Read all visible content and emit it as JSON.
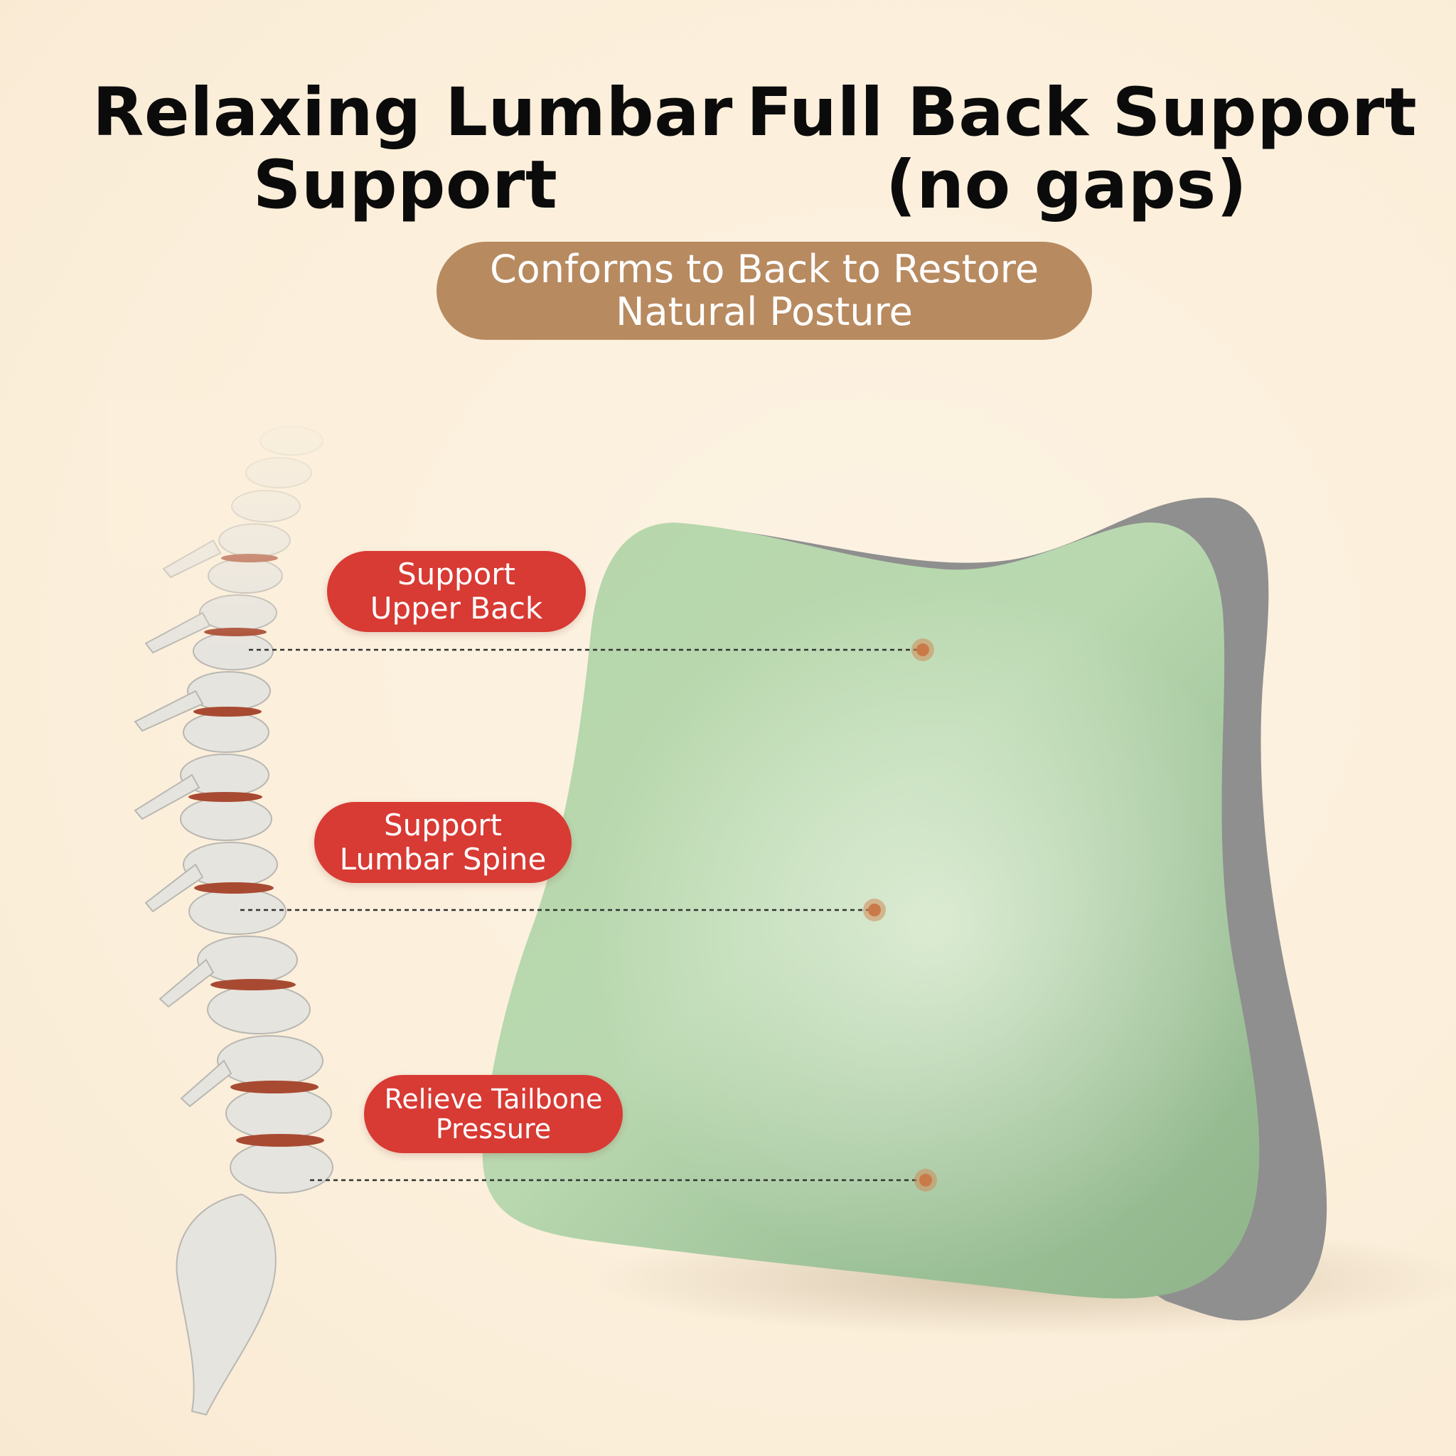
{
  "headline_left": {
    "line1": "Relaxing Lumbar",
    "line2": "Support"
  },
  "headline_right": {
    "line1": "Full Back Support",
    "line2": "(no gaps)"
  },
  "banner": {
    "line1": "Conforms to Back to Restore",
    "line2": "Natural Posture"
  },
  "callouts": [
    {
      "line1": "Support",
      "line2": "Upper Back"
    },
    {
      "line1": "Support",
      "line2": "Lumbar Spine"
    },
    {
      "line1": "Relieve Tailbone",
      "line2": "Pressure"
    }
  ],
  "colors": {
    "background": "#fcf0dc",
    "headline": "#0b0b0b",
    "banner": "#b88a60",
    "callout": "#d83a34",
    "pillow_face": "#a9cca0",
    "pillow_edge": "#8f8f8f",
    "spine_bone": "#e6e4df",
    "spine_disc": "#a84a32",
    "marker_dot": "#d08a5a"
  },
  "icons": {
    "spine": "spine-illustration",
    "pillow": "lumbar-pillow-illustration",
    "marker": "target-dot-icon"
  }
}
